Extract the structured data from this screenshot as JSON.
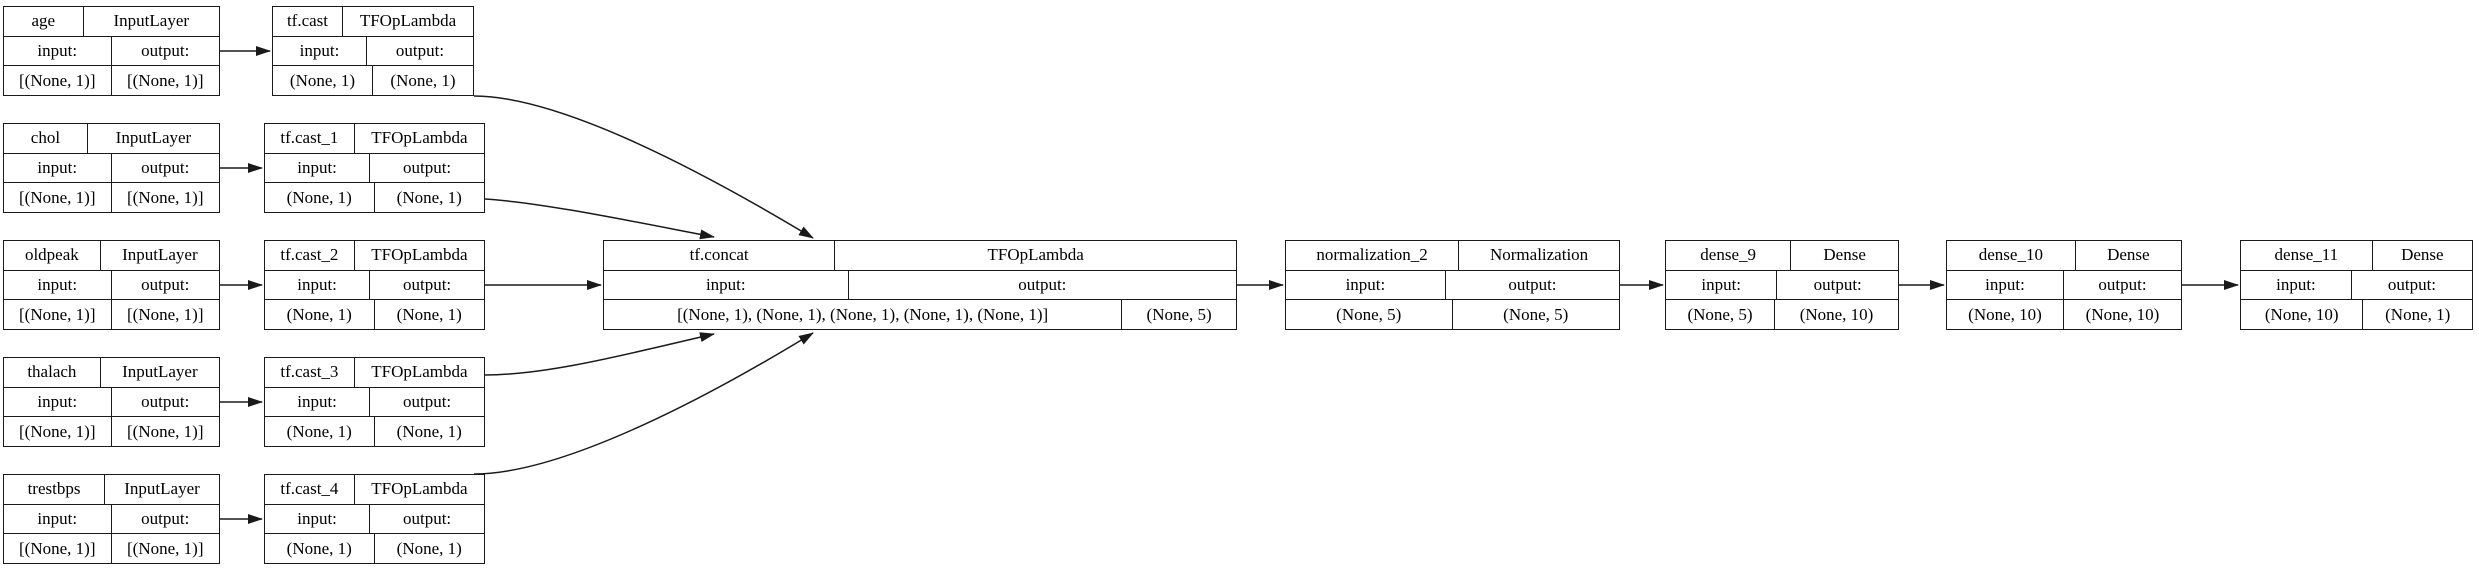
{
  "diagram_title": "keras-model-architecture",
  "colors": {
    "node_border": "#1a1a1a",
    "node_fill": "#ffffff",
    "edge": "#1a1a1a",
    "text": "#000000",
    "background": "#ffffff"
  },
  "nodes": [
    {
      "id": "age",
      "name": "age",
      "class": "InputLayer",
      "input_label": "input:",
      "output_label": "output:",
      "input_shape": "[(None, 1)]",
      "output_shape": "[(None, 1)]"
    },
    {
      "id": "tf.cast",
      "name": "tf.cast",
      "class": "TFOpLambda",
      "input_label": "input:",
      "output_label": "output:",
      "input_shape": "(None, 1)",
      "output_shape": "(None, 1)"
    },
    {
      "id": "chol",
      "name": "chol",
      "class": "InputLayer",
      "input_label": "input:",
      "output_label": "output:",
      "input_shape": "[(None, 1)]",
      "output_shape": "[(None, 1)]"
    },
    {
      "id": "tf.cast_1",
      "name": "tf.cast_1",
      "class": "TFOpLambda",
      "input_label": "input:",
      "output_label": "output:",
      "input_shape": "(None, 1)",
      "output_shape": "(None, 1)"
    },
    {
      "id": "oldpeak",
      "name": "oldpeak",
      "class": "InputLayer",
      "input_label": "input:",
      "output_label": "output:",
      "input_shape": "[(None, 1)]",
      "output_shape": "[(None, 1)]"
    },
    {
      "id": "tf.cast_2",
      "name": "tf.cast_2",
      "class": "TFOpLambda",
      "input_label": "input:",
      "output_label": "output:",
      "input_shape": "(None, 1)",
      "output_shape": "(None, 1)"
    },
    {
      "id": "tf.concat",
      "name": "tf.concat",
      "class": "TFOpLambda",
      "input_label": "input:",
      "output_label": "output:",
      "input_shape": "[(None, 1), (None, 1), (None, 1), (None, 1), (None, 1)]",
      "output_shape": "(None, 5)"
    },
    {
      "id": "normalization_2",
      "name": "normalization_2",
      "class": "Normalization",
      "input_label": "input:",
      "output_label": "output:",
      "input_shape": "(None, 5)",
      "output_shape": "(None, 5)"
    },
    {
      "id": "dense_9",
      "name": "dense_9",
      "class": "Dense",
      "input_label": "input:",
      "output_label": "output:",
      "input_shape": "(None, 5)",
      "output_shape": "(None, 10)"
    },
    {
      "id": "dense_10",
      "name": "dense_10",
      "class": "Dense",
      "input_label": "input:",
      "output_label": "output:",
      "input_shape": "(None, 10)",
      "output_shape": "(None, 10)"
    },
    {
      "id": "dense_11",
      "name": "dense_11",
      "class": "Dense",
      "input_label": "input:",
      "output_label": "output:",
      "input_shape": "(None, 10)",
      "output_shape": "(None, 1)"
    },
    {
      "id": "thalach",
      "name": "thalach",
      "class": "InputLayer",
      "input_label": "input:",
      "output_label": "output:",
      "input_shape": "[(None, 1)]",
      "output_shape": "[(None, 1)]"
    },
    {
      "id": "tf.cast_3",
      "name": "tf.cast_3",
      "class": "TFOpLambda",
      "input_label": "input:",
      "output_label": "output:",
      "input_shape": "(None, 1)",
      "output_shape": "(None, 1)"
    },
    {
      "id": "trestbps",
      "name": "trestbps",
      "class": "InputLayer",
      "input_label": "input:",
      "output_label": "output:",
      "input_shape": "[(None, 1)]",
      "output_shape": "[(None, 1)]"
    },
    {
      "id": "tf.cast_4",
      "name": "tf.cast_4",
      "class": "TFOpLambda",
      "input_label": "input:",
      "output_label": "output:",
      "input_shape": "(None, 1)",
      "output_shape": "(None, 1)"
    }
  ],
  "edges": [
    {
      "from": "age",
      "to": "tf.cast"
    },
    {
      "from": "chol",
      "to": "tf.cast_1"
    },
    {
      "from": "oldpeak",
      "to": "tf.cast_2"
    },
    {
      "from": "thalach",
      "to": "tf.cast_3"
    },
    {
      "from": "trestbps",
      "to": "tf.cast_4"
    },
    {
      "from": "tf.cast",
      "to": "tf.concat"
    },
    {
      "from": "tf.cast_1",
      "to": "tf.concat"
    },
    {
      "from": "tf.cast_2",
      "to": "tf.concat"
    },
    {
      "from": "tf.cast_3",
      "to": "tf.concat"
    },
    {
      "from": "tf.cast_4",
      "to": "tf.concat"
    },
    {
      "from": "tf.concat",
      "to": "normalization_2"
    },
    {
      "from": "normalization_2",
      "to": "dense_9"
    },
    {
      "from": "dense_9",
      "to": "dense_10"
    },
    {
      "from": "dense_10",
      "to": "dense_11"
    }
  ]
}
